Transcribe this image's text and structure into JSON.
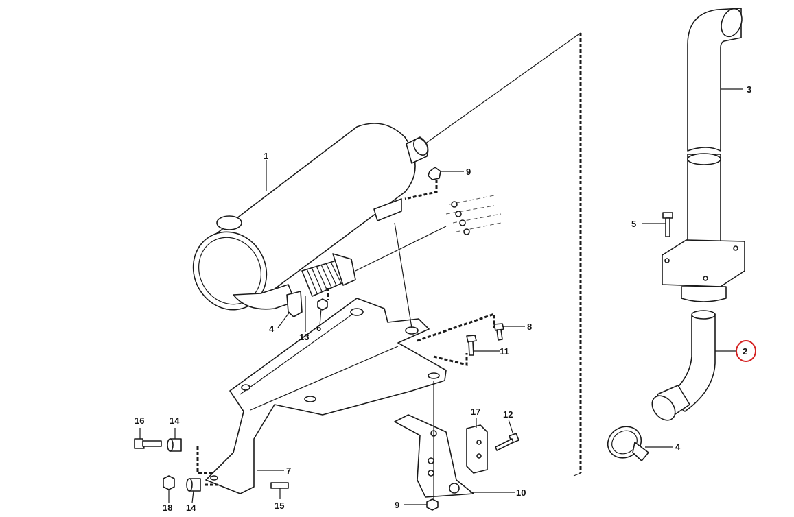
{
  "diagram": {
    "callouts": [
      {
        "id": "c1",
        "text": "1"
      },
      {
        "id": "c2",
        "text": "2"
      },
      {
        "id": "c3",
        "text": "3"
      },
      {
        "id": "c4a",
        "text": "4"
      },
      {
        "id": "c4b",
        "text": "4"
      },
      {
        "id": "c5",
        "text": "5"
      },
      {
        "id": "c6",
        "text": "6"
      },
      {
        "id": "c7",
        "text": "7"
      },
      {
        "id": "c8",
        "text": "8"
      },
      {
        "id": "c9a",
        "text": "9"
      },
      {
        "id": "c9b",
        "text": "9"
      },
      {
        "id": "c10",
        "text": "10"
      },
      {
        "id": "c11",
        "text": "11"
      },
      {
        "id": "c12",
        "text": "12"
      },
      {
        "id": "c13",
        "text": "13"
      },
      {
        "id": "c14a",
        "text": "14"
      },
      {
        "id": "c14b",
        "text": "14"
      },
      {
        "id": "c15",
        "text": "15"
      },
      {
        "id": "c16",
        "text": "16"
      },
      {
        "id": "c17",
        "text": "17"
      },
      {
        "id": "c18",
        "text": "18"
      }
    ],
    "highlight": {
      "callout": "c2",
      "color": "#d42020"
    }
  }
}
